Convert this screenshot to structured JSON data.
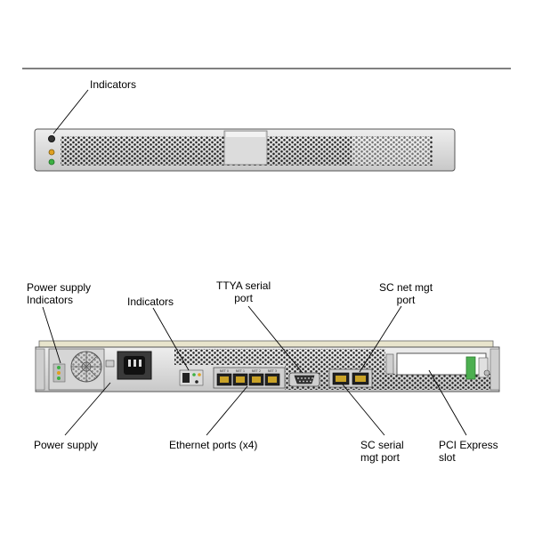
{
  "front_panel": {
    "callouts": {
      "indicators": "Indicators"
    }
  },
  "rear_panel": {
    "callouts": {
      "power_supply_indicators": [
        "Power supply",
        "Indicators"
      ],
      "indicators": "Indicators",
      "ttya_serial_port": [
        "TTYA serial",
        "port"
      ],
      "sc_net_mgt_port": [
        "SC net mgt",
        "port"
      ],
      "power_supply": "Power supply",
      "ethernet_ports": "Ethernet ports (x4)",
      "sc_serial_mgt_port": [
        "SC serial",
        "mgt port"
      ],
      "pci_express_slot": [
        "PCI Express",
        "slot"
      ]
    },
    "port_labels": [
      "NET 0",
      "NET 1",
      "NET 2",
      "NET 3"
    ]
  },
  "colors": {
    "chassis": "#d9d9d9",
    "vent": "#222222",
    "led_green": "#3cb043",
    "led_amber": "#e0a020",
    "pcie_green": "#4caf50",
    "port_gold": "#c9a227"
  }
}
